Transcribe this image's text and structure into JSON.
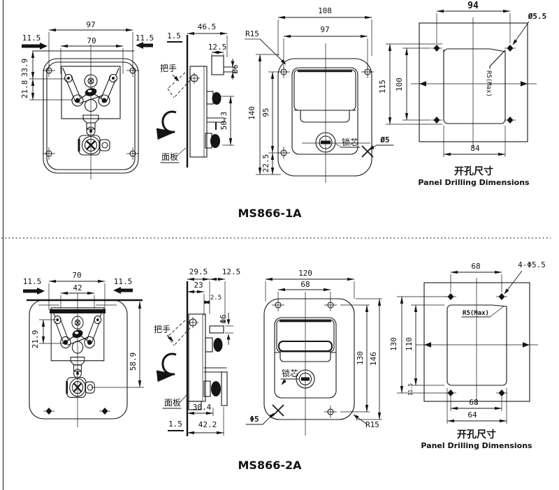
{
  "accent_ink": "#141414",
  "m1": {
    "label": "MS866-1A",
    "rear": {
      "w1": "97",
      "w2": "70",
      "pl": "11.5",
      "pr": "11.5",
      "v1": "33.9",
      "v2": "21.8"
    },
    "side": {
      "d1": "46.5",
      "t": "1.5",
      "d2": "12.5",
      "dia": "Ø6",
      "handle": "把手",
      "lever": "50.3",
      "panel": "面板"
    },
    "front": {
      "w1": "108",
      "w2": "97",
      "r": "R15",
      "h1": "140",
      "h2": "95",
      "h3": "22.5",
      "lock": "锁芯",
      "dia": "Ø5"
    },
    "drill": {
      "w1": "94",
      "dia": "Ø5.5",
      "h1": "115",
      "h2": "100",
      "r": "R5(Max)",
      "w2": "84",
      "cap_cn": "开孔尺寸",
      "cap_en": "Panel Drilling Dimensions"
    }
  },
  "m2": {
    "label": "MS866-2A",
    "rear": {
      "w1": "70",
      "w2": "42",
      "pl": "11.5",
      "pr": "11.5",
      "v1": "21.9",
      "v2": "58.9"
    },
    "side": {
      "d1": "29.5",
      "d2": "12.5",
      "d3": "23",
      "d4": "2.5",
      "dia": "Φ6",
      "handle": "把手",
      "panel": "面板",
      "d5": "30.4",
      "t": "1.5",
      "d6": "42.2"
    },
    "front": {
      "w1": "120",
      "w2": "68",
      "h1": "130",
      "h2": "146",
      "lock": "锁芯",
      "dia": "Φ5",
      "r": "R15"
    },
    "drill": {
      "w1": "68",
      "dia": "4-Φ5.5",
      "r": "R5(Max)",
      "h1": "130",
      "h2": "110",
      "e": "11.5",
      "w2": "68",
      "w3": "64",
      "cap_cn": "开孔尺寸",
      "cap_en": "Panel Drilling Dimensions"
    }
  }
}
